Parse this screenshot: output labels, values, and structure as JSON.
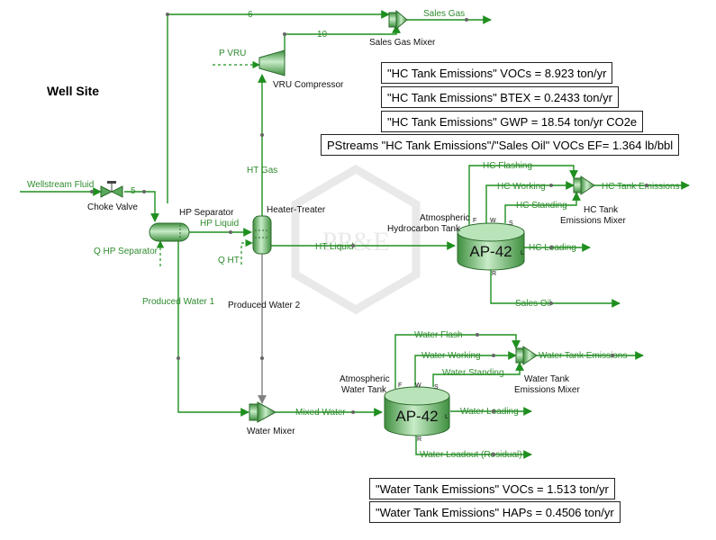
{
  "title": "Well Site",
  "watermark": "PP&E",
  "colors": {
    "stream": "#1f8f1f",
    "gas_stream": "#808080",
    "equipment": "#5aa85a"
  },
  "streams": {
    "s6": "6",
    "s10": "10",
    "s5": "5",
    "sales_gas": "Sales Gas",
    "p_vru": "P VRU",
    "wellstream": "Wellstream Fluid",
    "hp_liquid": "HP Liquid",
    "q_hp_sep": "Q HP Separator",
    "q_ht": "Q HT",
    "ht_gas": "HT Gas",
    "ht_liquid": "HT Liquid",
    "produced_water_1": "Produced Water 1",
    "produced_water_2": "Produced Water 2",
    "mixed_water": "Mixed Water",
    "hc_flashing": "HC Flashing",
    "hc_working": "HC Working",
    "hc_standing": "HC Standing",
    "hc_tank_emissions": "HC Tank Emissions",
    "hc_loading": "HC Loading",
    "sales_oil": "Sales Oil",
    "water_flash": "Water Flash",
    "water_working": "Water Working",
    "water_standing": "Water Standing",
    "water_tank_emissions": "Water Tank Emissions",
    "water_loading": "Water Loading",
    "water_loadout": "Water Loadout (Residual)"
  },
  "equipment": {
    "sales_gas_mixer": "Sales Gas Mixer",
    "vru_compressor": "VRU Compressor",
    "choke_valve": "Choke Valve",
    "hp_separator": "HP Separator",
    "heater_treater": "Heater-Treater",
    "hc_tank_label_1": "Atmospheric",
    "hc_tank_label_2": "Hydrocarbon Tank",
    "hc_tank_text": "AP-42",
    "hc_mixer_1": "HC Tank",
    "hc_mixer_2": "Emissions Mixer",
    "water_tank_label_1": "Atmospheric",
    "water_tank_label_2": "Water Tank",
    "water_tank_text": "AP-42",
    "water_mixer": "Water Mixer",
    "water_em_mixer_1": "Water Tank",
    "water_em_mixer_2": "Emissions Mixer"
  },
  "ports": {
    "f": "F",
    "w": "W",
    "s": "S",
    "l": "L",
    "r": "R"
  },
  "results": {
    "hc_vocs": "\"HC Tank Emissions\" VOCs = 8.923 ton/yr",
    "hc_btex": "\"HC Tank Emissions\" BTEX = 0.2433 ton/yr",
    "hc_gwp": "\"HC Tank Emissions\" GWP = 18.54 ton/yr CO2e",
    "hc_ef": "PStreams \"HC Tank Emissions\"/\"Sales Oil\" VOCs EF= 1.364 lb/bbl",
    "water_vocs": "\"Water Tank Emissions\" VOCs = 1.513 ton/yr",
    "water_haps": "\"Water Tank Emissions\" HAPs = 0.4506 ton/yr"
  }
}
